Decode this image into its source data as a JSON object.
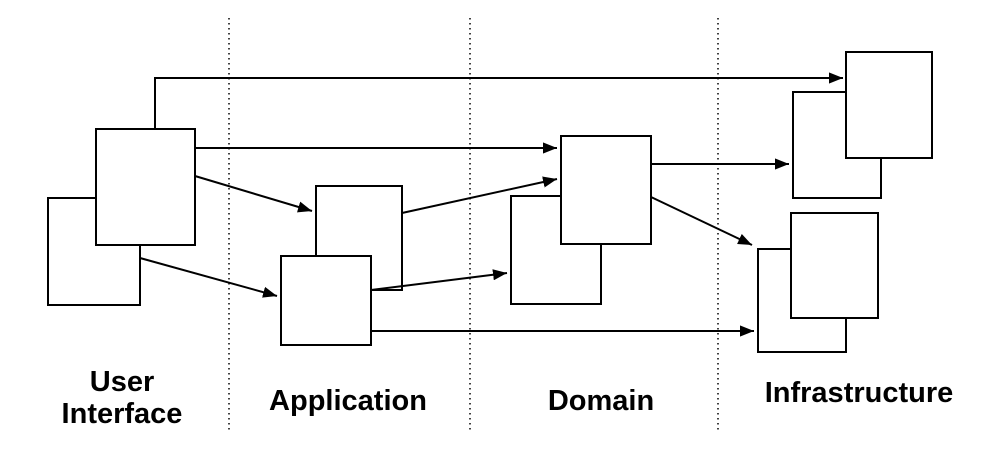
{
  "diagram": {
    "background_color": "#ffffff",
    "line_color": "#000000",
    "layers": [
      {
        "id": "user-interface",
        "label": "User Interface",
        "label_lines": [
          "User",
          "Interface"
        ],
        "box_count": 2
      },
      {
        "id": "application",
        "label": "Application",
        "box_count": 2
      },
      {
        "id": "domain",
        "label": "Domain",
        "box_count": 2
      },
      {
        "id": "infrastructure",
        "label": "Infrastructure",
        "box_count": 4
      }
    ],
    "separator_count": 3,
    "edges": [
      {
        "from": "user-interface",
        "to": "infrastructure-top"
      },
      {
        "from": "user-interface",
        "to": "domain-upper"
      },
      {
        "from": "user-interface",
        "to": "application-upper"
      },
      {
        "from": "user-interface",
        "to": "application-lower"
      },
      {
        "from": "application-upper",
        "to": "domain-upper"
      },
      {
        "from": "application-lower",
        "to": "domain-lower"
      },
      {
        "from": "application-lower",
        "to": "infrastructure-bottom"
      },
      {
        "from": "domain-upper",
        "to": "infrastructure-top"
      },
      {
        "from": "domain-upper",
        "to": "infrastructure-bottom"
      }
    ]
  }
}
